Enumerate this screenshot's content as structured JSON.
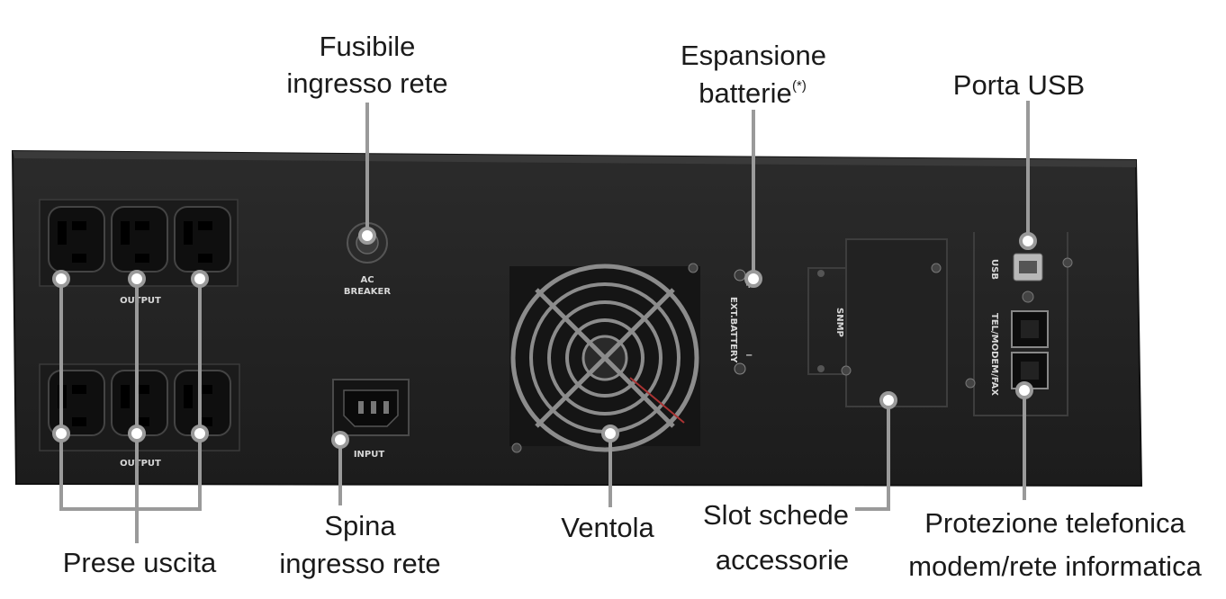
{
  "callouts": {
    "fusibile": {
      "line1": "Fusibile",
      "line2": "ingresso rete"
    },
    "espansione": {
      "line1": "Espansione",
      "line2": "batterie",
      "sup": "(*)"
    },
    "usb": {
      "line1": "Porta USB"
    },
    "prese": {
      "line1": "Prese uscita"
    },
    "spina": {
      "line1": "Spina",
      "line2": "ingresso rete"
    },
    "ventola": {
      "line1": "Ventola"
    },
    "slot": {
      "line1": "Slot schede",
      "line2": "accessorie"
    },
    "protezione": {
      "line1": "Protezione telefonica",
      "line2": "modem/rete informatica"
    }
  },
  "panel_labels": {
    "output_top": "OUTPUT",
    "output_bottom": "OUTPUT",
    "ac_breaker_1": "AC",
    "ac_breaker_2": "BREAKER",
    "input": "INPUT",
    "ext_battery": "EXT.BATTERY",
    "plus": "+",
    "minus": "−",
    "snmp": "SNMP",
    "usb": "USB",
    "tel": "TEL/MODEM/FAX"
  },
  "colors": {
    "panel": "#232323",
    "leader_line": "#9a9a9a"
  }
}
